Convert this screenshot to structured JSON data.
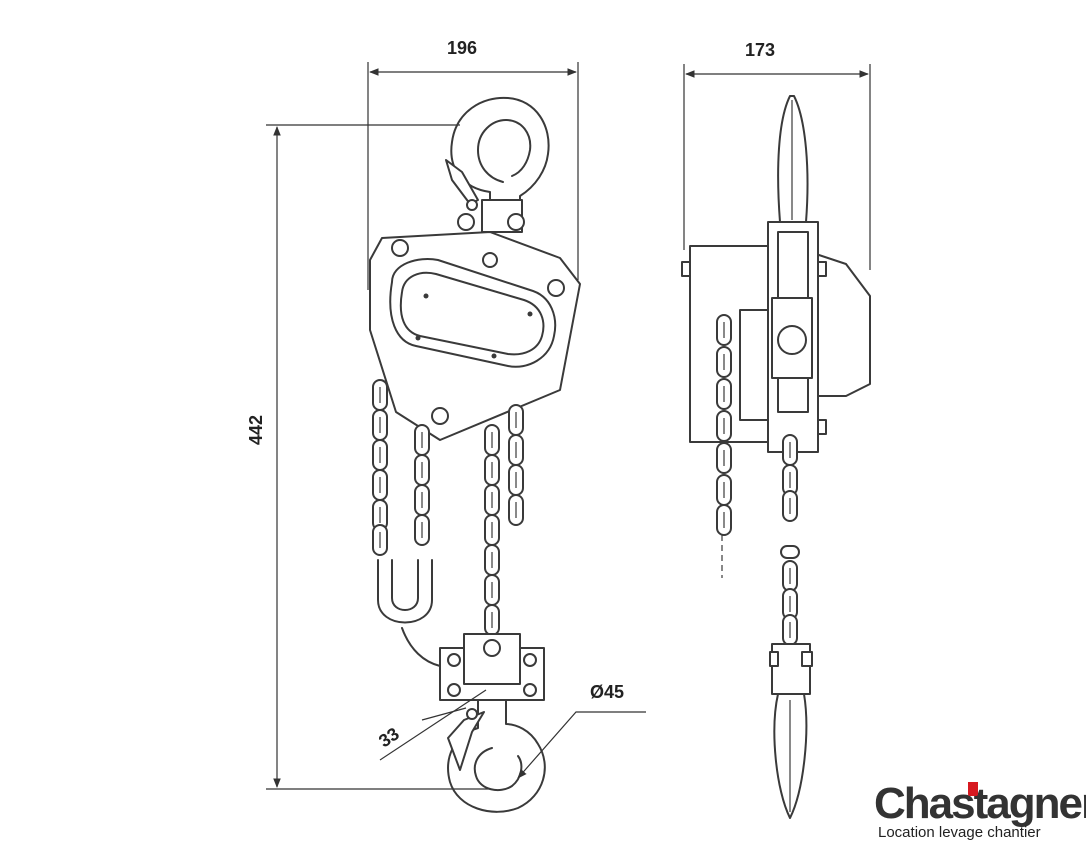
{
  "dimensions": {
    "width_top": "196",
    "height_left": "442",
    "depth_top": "173",
    "hook_offset": "33",
    "hook_diameter": "Ø45"
  },
  "brand": {
    "name": "Chastagner",
    "tagline": "Location levage  chantier",
    "accent_color": "#d71920",
    "text_color": "#333333"
  }
}
